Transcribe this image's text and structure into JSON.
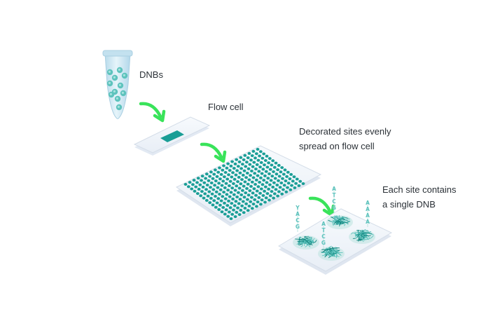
{
  "labels": {
    "dnbs": "DNBs",
    "flow_cell": "Flow cell",
    "decorated_sites": "Decorated sites evenly\nspread on flow cell",
    "each_site": "Each site contains\na single DNB"
  },
  "strand_letters": {
    "left": [
      "Y",
      "A",
      "C",
      "G"
    ],
    "center": [
      "A",
      "T",
      "C",
      "G"
    ],
    "bottom": [
      "A",
      "T",
      "C",
      "G"
    ],
    "right": [
      "A",
      "A",
      "A",
      "A"
    ]
  },
  "colors": {
    "teal": "#1a9e96",
    "teal_light": "#5ec3bd",
    "arrow": "#39e35a",
    "slide_fill": "#f2f6fb",
    "slide_edge": "#d4dde8",
    "tube_fill": "#cfe7f3",
    "text": "#2b3137"
  },
  "icons": [
    "tube-icon",
    "arrow-icon",
    "flow-cell-icon",
    "grid-icon",
    "dnb-sites-icon"
  ]
}
